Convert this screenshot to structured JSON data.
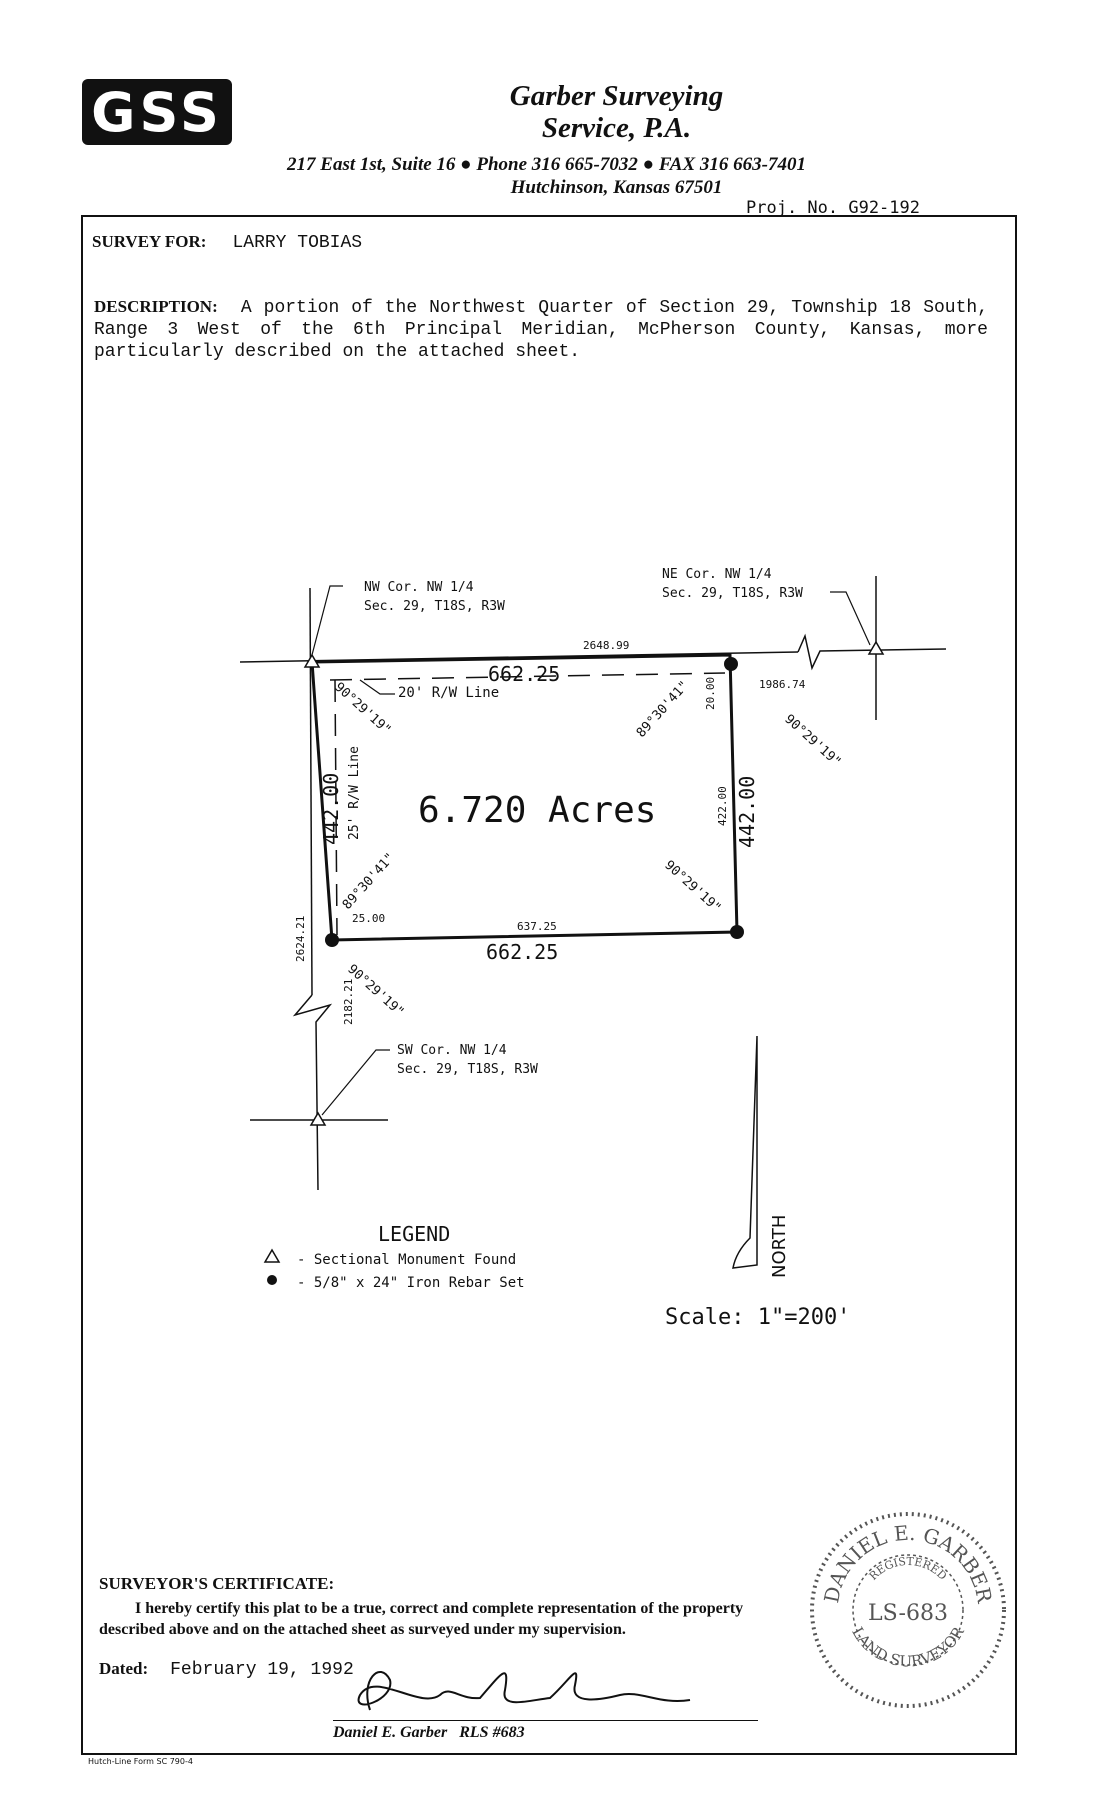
{
  "header": {
    "logo": "GSS",
    "company_line1": "Garber Surveying",
    "company_line2": "Service, P.A.",
    "address": "217 East 1st, Suite 16 ● Phone 316 665-7032 ● FAX 316 663-7401",
    "city": "Hutchinson, Kansas 67501",
    "project": "Proj. No. G92-192"
  },
  "survey_for": {
    "label": "SURVEY FOR:",
    "value": "LARRY TOBIAS"
  },
  "description": {
    "label": "DESCRIPTION:",
    "text": "A portion of the Northwest Quarter of Section 29, Township 18 South, Range 3 West of the 6th Principal Meridian, McPherson County, Kansas, more particularly described on the attached sheet."
  },
  "plat": {
    "area": "6.720 Acres",
    "nw_corner": [
      "NW Cor. NW 1/4",
      "Sec. 29, T18S, R3W"
    ],
    "ne_corner": [
      "NE Cor. NW 1/4",
      "Sec. 29, T18S, R3W"
    ],
    "sw_corner": [
      "SW Cor. NW 1/4",
      "Sec. 29, T18S, R3W"
    ],
    "north_total": "2648.99",
    "north_side": "662.25",
    "south_side": "662.25",
    "south_inner": "637.25",
    "east_side": "442.00",
    "east_inner": "422.00",
    "west_side": "442.00",
    "west_total": "2624.21",
    "west_lower": "2182.21",
    "ne_offset": "1986.74",
    "rw_north": "20' R/W Line",
    "rw_west": "25' R/W Line",
    "rw_north_width": "20.00",
    "rw_west_width": "25.00",
    "angle_90": "90°29'19\"",
    "angle_89": "89°30'41\"",
    "north_label": "NORTH",
    "scale": "Scale: 1\"=200'"
  },
  "legend": {
    "title": "LEGEND",
    "items": [
      "- Sectional Monument Found",
      "- 5/8\" x 24\" Iron Rebar Set"
    ]
  },
  "certificate": {
    "heading": "SURVEYOR'S CERTIFICATE:",
    "text": "I hereby certify this plat to be a true, correct and complete representation of the property described above and on the attached sheet as surveyed under my supervision.",
    "dated_label": "Dated:",
    "dated_value": "February 19, 1992",
    "signer": "Daniel E. Garber   RLS #683",
    "seal_name": "DANIEL E. GARBER",
    "seal_top": "REGISTERED",
    "seal_id": "LS-683",
    "seal_bottom": "LAND SURVEYOR"
  },
  "footer": {
    "form": "Hutch-Line Form SC 790-4"
  }
}
